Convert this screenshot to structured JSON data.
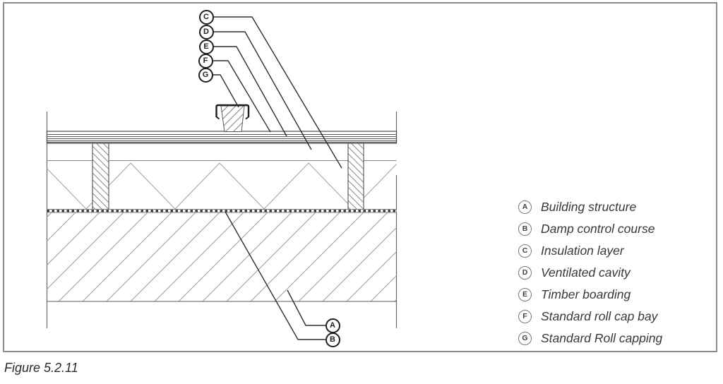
{
  "figure": {
    "caption": "Figure 5.2.11"
  },
  "legend": {
    "items": [
      {
        "key": "A",
        "label": "Building structure"
      },
      {
        "key": "B",
        "label": "Damp control course"
      },
      {
        "key": "C",
        "label": "Insulation layer"
      },
      {
        "key": "D",
        "label": "Ventilated cavity"
      },
      {
        "key": "E",
        "label": "Timber boarding"
      },
      {
        "key": "F",
        "label": "Standard roll cap bay"
      },
      {
        "key": "G",
        "label": "Standard Roll capping"
      }
    ]
  },
  "callouts": {
    "top": [
      "C",
      "D",
      "E",
      "F",
      "G"
    ],
    "bottom": [
      "A",
      "B"
    ]
  },
  "colors": {
    "frame_border": "#8c8c8c",
    "leader_line": "#2e2e2e",
    "outline": "#555555",
    "hatch_light": "#9b9b9b",
    "cap_dark": "#1c1c1c"
  }
}
